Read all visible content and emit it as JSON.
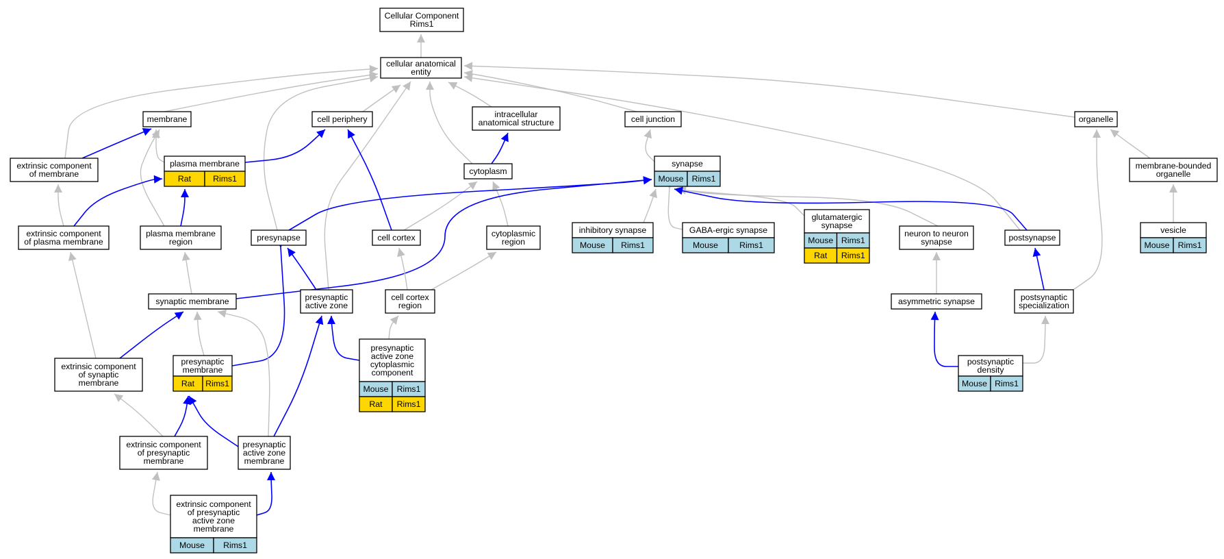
{
  "nodes": [
    {
      "id": "cc",
      "lines": [
        "Cellular Component",
        "Rims1"
      ],
      "annotations": []
    },
    {
      "id": "cae",
      "lines": [
        "cellular anatomical",
        "entity"
      ],
      "annotations": []
    },
    {
      "id": "membrane",
      "lines": [
        "membrane"
      ],
      "annotations": []
    },
    {
      "id": "cell_periphery",
      "lines": [
        "cell periphery"
      ],
      "annotations": []
    },
    {
      "id": "intracellular",
      "lines": [
        "intracellular",
        "anatomical structure"
      ],
      "annotations": []
    },
    {
      "id": "cell_junction",
      "lines": [
        "cell junction"
      ],
      "annotations": []
    },
    {
      "id": "organelle",
      "lines": [
        "organelle"
      ],
      "annotations": []
    },
    {
      "id": "ext_comp_membrane",
      "lines": [
        "extrinsic component",
        "of membrane"
      ],
      "annotations": []
    },
    {
      "id": "plasma_membrane",
      "lines": [
        "plasma membrane"
      ],
      "annotations": [
        {
          "species": "Rat",
          "gene": "Rims1"
        }
      ]
    },
    {
      "id": "cytoplasm",
      "lines": [
        "cytoplasm"
      ],
      "annotations": []
    },
    {
      "id": "synapse",
      "lines": [
        "synapse"
      ],
      "annotations": [
        {
          "species": "Mouse",
          "gene": "Rims1"
        }
      ]
    },
    {
      "id": "mbo",
      "lines": [
        "membrane-bounded",
        "organelle"
      ],
      "annotations": []
    },
    {
      "id": "ext_comp_pm",
      "lines": [
        "extrinsic component",
        "of plasma membrane"
      ],
      "annotations": []
    },
    {
      "id": "pm_region",
      "lines": [
        "plasma membrane",
        "region"
      ],
      "annotations": []
    },
    {
      "id": "presynapse",
      "lines": [
        "presynapse"
      ],
      "annotations": []
    },
    {
      "id": "cell_cortex",
      "lines": [
        "cell cortex"
      ],
      "annotations": []
    },
    {
      "id": "cytoplasmic_region",
      "lines": [
        "cytoplasmic",
        "region"
      ],
      "annotations": []
    },
    {
      "id": "inhibitory_synapse",
      "lines": [
        "inhibitory synapse"
      ],
      "annotations": [
        {
          "species": "Mouse",
          "gene": "Rims1"
        }
      ]
    },
    {
      "id": "gaba_synapse",
      "lines": [
        "GABA-ergic synapse"
      ],
      "annotations": [
        {
          "species": "Mouse",
          "gene": "Rims1"
        }
      ]
    },
    {
      "id": "glut_synapse",
      "lines": [
        "glutamatergic",
        "synapse"
      ],
      "annotations": [
        {
          "species": "Mouse",
          "gene": "Rims1"
        },
        {
          "species": "Rat",
          "gene": "Rims1"
        }
      ]
    },
    {
      "id": "n2n_synapse",
      "lines": [
        "neuron to neuron",
        "synapse"
      ],
      "annotations": []
    },
    {
      "id": "postsynapse",
      "lines": [
        "postsynapse"
      ],
      "annotations": []
    },
    {
      "id": "vesicle",
      "lines": [
        "vesicle"
      ],
      "annotations": [
        {
          "species": "Mouse",
          "gene": "Rims1"
        }
      ]
    },
    {
      "id": "synaptic_membrane",
      "lines": [
        "synaptic membrane"
      ],
      "annotations": []
    },
    {
      "id": "presyn_active_zone",
      "lines": [
        "presynaptic",
        "active zone"
      ],
      "annotations": []
    },
    {
      "id": "cell_cortex_region",
      "lines": [
        "cell cortex",
        "region"
      ],
      "annotations": []
    },
    {
      "id": "asym_synapse",
      "lines": [
        "asymmetric synapse"
      ],
      "annotations": []
    },
    {
      "id": "postsyn_spec",
      "lines": [
        "postsynaptic",
        "specialization"
      ],
      "annotations": []
    },
    {
      "id": "ext_comp_syn_mem",
      "lines": [
        "extrinsic component",
        "of synaptic",
        "membrane"
      ],
      "annotations": []
    },
    {
      "id": "presyn_membrane",
      "lines": [
        "presynaptic",
        "membrane"
      ],
      "annotations": [
        {
          "species": "Rat",
          "gene": "Rims1"
        }
      ]
    },
    {
      "id": "paz_cyto",
      "lines": [
        "presynaptic",
        "active zone",
        "cytoplasmic",
        "component"
      ],
      "annotations": [
        {
          "species": "Mouse",
          "gene": "Rims1"
        },
        {
          "species": "Rat",
          "gene": "Rims1"
        }
      ]
    },
    {
      "id": "postsyn_density",
      "lines": [
        "postsynaptic",
        "density"
      ],
      "annotations": [
        {
          "species": "Mouse",
          "gene": "Rims1"
        }
      ]
    },
    {
      "id": "ext_comp_presyn_mem",
      "lines": [
        "extrinsic component",
        "of presynaptic",
        "membrane"
      ],
      "annotations": []
    },
    {
      "id": "paz_membrane",
      "lines": [
        "presynaptic",
        "active zone",
        "membrane"
      ],
      "annotations": []
    },
    {
      "id": "ext_comp_paz_mem",
      "lines": [
        "extrinsic component",
        "of presynaptic",
        "active zone",
        "membrane"
      ],
      "annotations": [
        {
          "species": "Mouse",
          "gene": "Rims1"
        }
      ]
    }
  ],
  "edges": [
    {
      "from": "cae",
      "to": "cc",
      "kind": "gray"
    },
    {
      "from": "membrane",
      "to": "cae",
      "kind": "gray"
    },
    {
      "from": "cell_periphery",
      "to": "cae",
      "kind": "gray"
    },
    {
      "from": "intracellular",
      "to": "cae",
      "kind": "gray"
    },
    {
      "from": "cell_junction",
      "to": "cae",
      "kind": "gray"
    },
    {
      "from": "organelle",
      "to": "cae",
      "kind": "gray"
    },
    {
      "from": "ext_comp_membrane",
      "to": "cae",
      "kind": "gray"
    },
    {
      "from": "presynapse",
      "to": "cae",
      "kind": "gray"
    },
    {
      "from": "presyn_active_zone",
      "to": "cae",
      "kind": "gray"
    },
    {
      "from": "cytoplasm",
      "to": "cae",
      "kind": "gray"
    },
    {
      "from": "postsynapse",
      "to": "cae",
      "kind": "gray"
    },
    {
      "from": "ext_comp_membrane",
      "to": "membrane",
      "kind": "blue"
    },
    {
      "from": "plasma_membrane",
      "to": "membrane",
      "kind": "gray"
    },
    {
      "from": "pm_region",
      "to": "membrane",
      "kind": "gray"
    },
    {
      "from": "plasma_membrane",
      "to": "cell_periphery",
      "kind": "blue"
    },
    {
      "from": "cell_cortex",
      "to": "cell_periphery",
      "kind": "blue"
    },
    {
      "from": "cytoplasm",
      "to": "intracellular",
      "kind": "blue"
    },
    {
      "from": "synapse",
      "to": "cell_junction",
      "kind": "gray"
    },
    {
      "from": "mbo",
      "to": "organelle",
      "kind": "gray"
    },
    {
      "from": "postsyn_spec",
      "to": "organelle",
      "kind": "gray"
    },
    {
      "from": "ext_comp_pm",
      "to": "ext_comp_membrane",
      "kind": "gray"
    },
    {
      "from": "ext_comp_pm",
      "to": "plasma_membrane",
      "kind": "blue"
    },
    {
      "from": "pm_region",
      "to": "plasma_membrane",
      "kind": "blue"
    },
    {
      "from": "cell_cortex",
      "to": "cytoplasm",
      "kind": "gray"
    },
    {
      "from": "cytoplasmic_region",
      "to": "cytoplasm",
      "kind": "gray"
    },
    {
      "from": "presynapse",
      "to": "synapse",
      "kind": "blue"
    },
    {
      "from": "synaptic_membrane",
      "to": "synapse",
      "kind": "blue"
    },
    {
      "from": "inhibitory_synapse",
      "to": "synapse",
      "kind": "gray"
    },
    {
      "from": "gaba_synapse",
      "to": "synapse",
      "kind": "gray"
    },
    {
      "from": "glut_synapse",
      "to": "synapse",
      "kind": "gray"
    },
    {
      "from": "n2n_synapse",
      "to": "synapse",
      "kind": "gray"
    },
    {
      "from": "postsynapse",
      "to": "synapse",
      "kind": "blue"
    },
    {
      "from": "vesicle",
      "to": "mbo",
      "kind": "gray"
    },
    {
      "from": "ext_comp_syn_mem",
      "to": "ext_comp_pm",
      "kind": "gray"
    },
    {
      "from": "synaptic_membrane",
      "to": "pm_region",
      "kind": "gray"
    },
    {
      "from": "presyn_membrane",
      "to": "presynapse",
      "kind": "blue"
    },
    {
      "from": "presyn_active_zone",
      "to": "presynapse",
      "kind": "blue"
    },
    {
      "from": "cell_cortex_region",
      "to": "cell_cortex",
      "kind": "gray"
    },
    {
      "from": "cell_cortex_region",
      "to": "cytoplasmic_region",
      "kind": "gray"
    },
    {
      "from": "asym_synapse",
      "to": "n2n_synapse",
      "kind": "gray"
    },
    {
      "from": "postsyn_spec",
      "to": "postsynapse",
      "kind": "blue"
    },
    {
      "from": "ext_comp_syn_mem",
      "to": "synaptic_membrane",
      "kind": "blue"
    },
    {
      "from": "presyn_membrane",
      "to": "synaptic_membrane",
      "kind": "gray"
    },
    {
      "from": "paz_membrane",
      "to": "synaptic_membrane",
      "kind": "gray"
    },
    {
      "from": "paz_membrane",
      "to": "presyn_active_zone",
      "kind": "blue"
    },
    {
      "from": "paz_cyto",
      "to": "presyn_active_zone",
      "kind": "blue"
    },
    {
      "from": "paz_cyto",
      "to": "cell_cortex_region",
      "kind": "gray"
    },
    {
      "from": "postsyn_density",
      "to": "asym_synapse",
      "kind": "blue"
    },
    {
      "from": "postsyn_density",
      "to": "postsyn_spec",
      "kind": "gray"
    },
    {
      "from": "ext_comp_presyn_mem",
      "to": "ext_comp_syn_mem",
      "kind": "gray"
    },
    {
      "from": "ext_comp_presyn_mem",
      "to": "presyn_membrane",
      "kind": "blue"
    },
    {
      "from": "paz_membrane",
      "to": "presyn_membrane",
      "kind": "blue"
    },
    {
      "from": "ext_comp_paz_mem",
      "to": "ext_comp_presyn_mem",
      "kind": "gray"
    },
    {
      "from": "ext_comp_paz_mem",
      "to": "paz_membrane",
      "kind": "blue"
    }
  ],
  "colors": {
    "mouse": "#add8e6",
    "rat": "#ffd700",
    "is_a": "#c0c0c0",
    "part_of": "#0000ff"
  }
}
